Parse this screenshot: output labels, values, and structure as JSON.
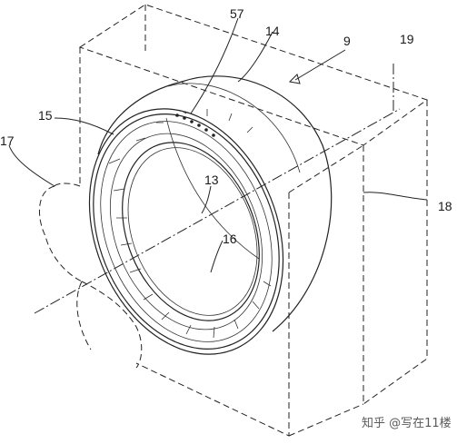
{
  "labels": {
    "l57": "57",
    "l14": "14",
    "l9": "9",
    "l19": "19",
    "l15": "15",
    "l17": "17",
    "l13": "13",
    "l16": "16",
    "l18": "18"
  },
  "watermark": {
    "text": "知乎 @写在11楼"
  }
}
